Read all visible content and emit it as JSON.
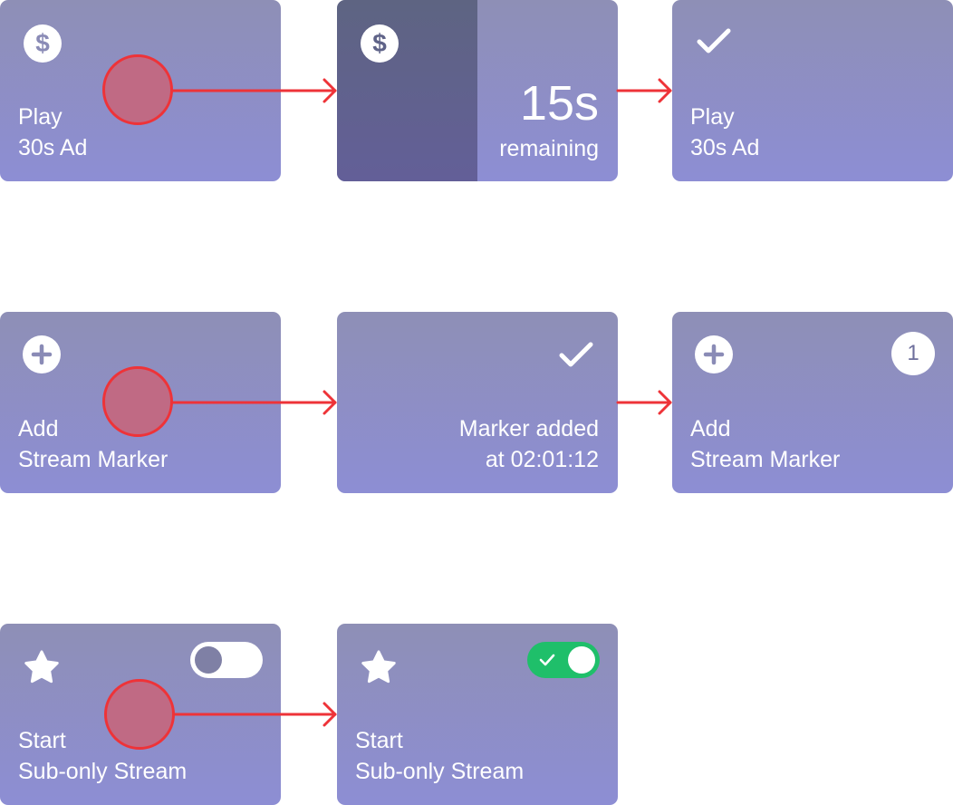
{
  "row1": {
    "card1": {
      "icon": "dollar-icon",
      "line1": "Play",
      "line2": "30s Ad"
    },
    "card2": {
      "icon": "dollar-icon",
      "count": "15s",
      "remaining": "remaining"
    },
    "card3": {
      "icon": "check-icon",
      "line1": "Play",
      "line2": "30s Ad"
    }
  },
  "row2": {
    "card1": {
      "icon": "plus-circle-icon",
      "line1": "Add",
      "line2": "Stream Marker"
    },
    "card2": {
      "icon": "check-icon",
      "line1": "Marker added",
      "line2": "at 02:01:12"
    },
    "card3": {
      "icon": "plus-circle-icon",
      "badge": "1",
      "line1": "Add",
      "line2": "Stream Marker"
    }
  },
  "row3": {
    "card1": {
      "icon": "star-icon",
      "toggle": "off",
      "line1": "Start",
      "line2": "Sub-only Stream"
    },
    "card2": {
      "icon": "star-icon",
      "toggle": "on",
      "line1": "Start",
      "line2": "Sub-only Stream"
    }
  },
  "colors": {
    "card_top": "#8e8fb6",
    "card_bottom": "#8d8ed4",
    "card_dark": "#5e6482",
    "arrow": "#ee3338",
    "tap_fill": "#c06a84",
    "toggle_on": "#1fbf6a"
  }
}
